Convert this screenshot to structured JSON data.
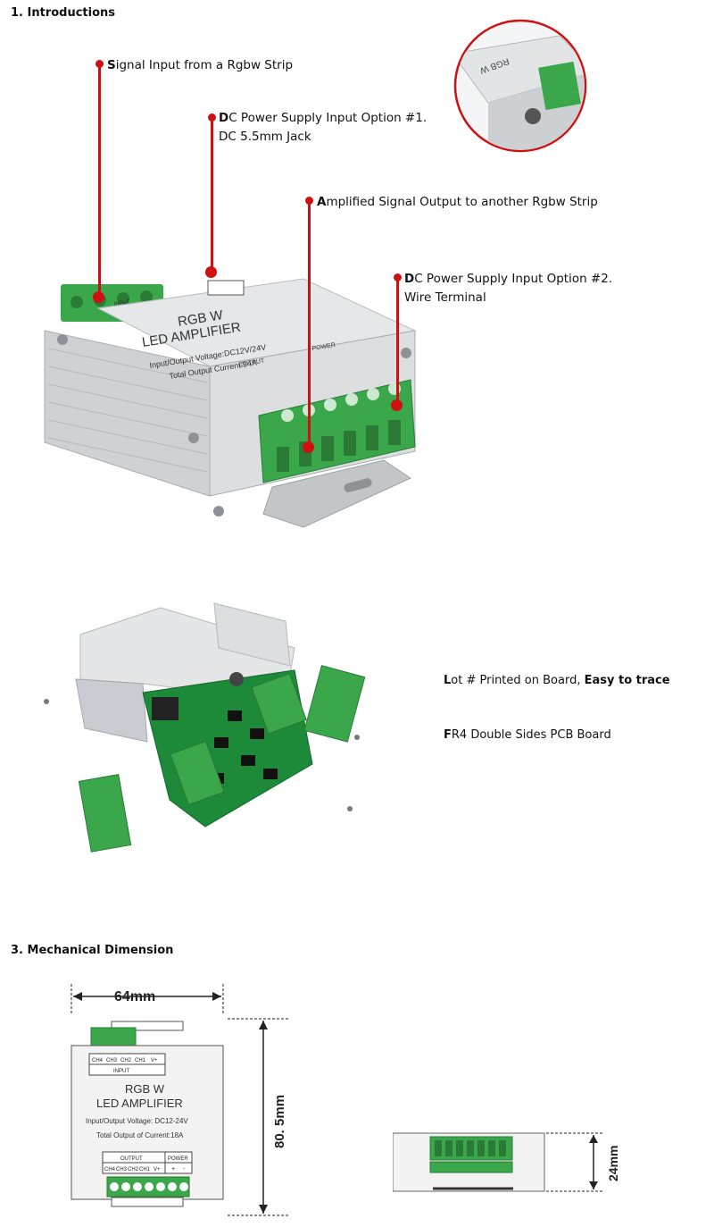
{
  "sections": {
    "intro_heading": "1.  Introductions",
    "mech_heading": "3.  Mechanical Dimension"
  },
  "callouts": {
    "signal_input": {
      "lead": "S",
      "rest": "ignal Input from a Rgbw Strip"
    },
    "dc_option1": {
      "lead": "D",
      "rest1": "C Power Supply Input Option #1.",
      "line2": "DC 5.5mm Jack"
    },
    "amplified_output": {
      "lead": "A",
      "rest": "mplified Signal Output to another Rgbw Strip"
    },
    "dc_option2": {
      "lead": "D",
      "rest1": "C Power Supply Input Option #2.",
      "line2": "Wire Terminal"
    }
  },
  "pcb_notes": {
    "lot_lead": "L",
    "lot_rest": "ot # Printed on Board, ",
    "lot_bold": "Easy to trace",
    "fr4_lead": "F",
    "fr4_rest": "R4 Double Sides PCB Board"
  },
  "device_labels": {
    "title1": "RGB W",
    "title2": "LED AMPLIFIER",
    "voltage_main": "Input/Output Voltage:DC12V/24V",
    "current_main": "Total Output Current:24A",
    "voltage_drawing": "Input/Output Voltage: DC12-24V",
    "current_drawing": "Total Output of Current:18A",
    "input_label": "INPUT",
    "output_label": "OUTPUT",
    "power_label": "POWER",
    "ch4": "CH4",
    "ch3": "CH3",
    "ch2": "CH2",
    "ch1": "CH1",
    "vplus": "V+",
    "plus": "+",
    "minus": "-"
  },
  "dimensions": {
    "width": "64mm",
    "height": "80. 5mm",
    "depth": "24mm"
  },
  "colors": {
    "leader": "#d01010",
    "terminal_green": "#3aa84a",
    "pcb_green": "#1d8a3a",
    "aluminium": "#d8dadc"
  }
}
